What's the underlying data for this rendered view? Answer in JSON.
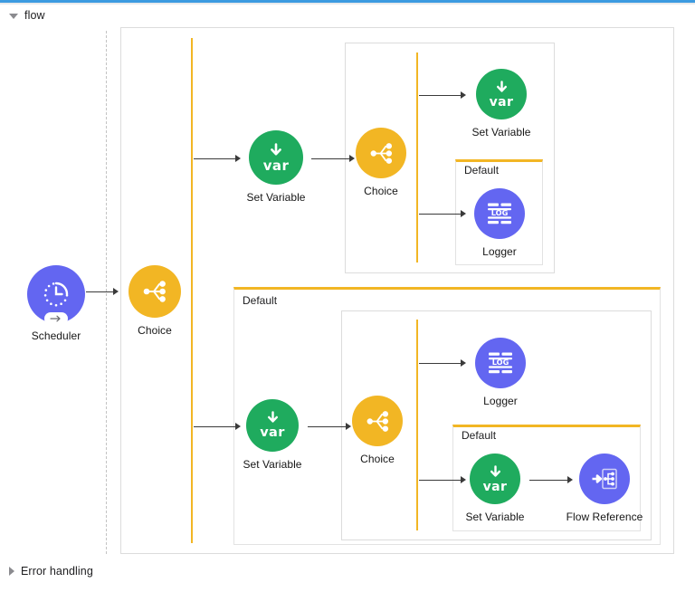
{
  "window": {
    "accent_color": "#3c9be0",
    "background": "#ffffff"
  },
  "sections": [
    {
      "id": "flow",
      "label": "flow",
      "expanded": true,
      "toggle_icon": "triangle-down-icon"
    },
    {
      "id": "error_handling",
      "label": "Error handling",
      "expanded": false,
      "toggle_icon": "triangle-right-icon"
    }
  ],
  "palette": {
    "green": "#1fab5e",
    "amber": "#f2b624",
    "purple": "#6366f1",
    "arrow": "#3a3a3a",
    "container_border": "#dcdcdc",
    "dashed_line": "#c3c3c3"
  },
  "scopes": [
    {
      "id": "scope_1",
      "label": "Default"
    },
    {
      "id": "scope_2",
      "label": "Default"
    },
    {
      "id": "scope_3",
      "label": "Default"
    }
  ],
  "nodes": [
    {
      "id": "n1",
      "label": "Scheduler",
      "icon": "clock-icon",
      "color": "purple"
    },
    {
      "id": "n2",
      "label": "Choice",
      "icon": "choice-branch-icon",
      "color": "amber"
    },
    {
      "id": "n3",
      "label": "Set Variable",
      "icon": "set-variable-icon",
      "color": "green",
      "icon_text": "var"
    },
    {
      "id": "n4",
      "label": "Choice",
      "icon": "choice-branch-icon",
      "color": "amber"
    },
    {
      "id": "n5",
      "label": "Set Variable",
      "icon": "set-variable-icon",
      "color": "green",
      "icon_text": "var"
    },
    {
      "id": "n6",
      "label": "Logger",
      "icon": "logger-icon",
      "color": "purple",
      "icon_text": "LOG"
    },
    {
      "id": "n7",
      "label": "Set Variable",
      "icon": "set-variable-icon",
      "color": "green",
      "icon_text": "var"
    },
    {
      "id": "n8",
      "label": "Choice",
      "icon": "choice-branch-icon",
      "color": "amber"
    },
    {
      "id": "n9",
      "label": "Logger",
      "icon": "logger-icon",
      "color": "purple",
      "icon_text": "LOG"
    },
    {
      "id": "n10",
      "label": "Set Variable",
      "icon": "set-variable-icon",
      "color": "green",
      "icon_text": "var"
    },
    {
      "id": "n11",
      "label": "Flow Reference",
      "icon": "flow-reference-icon",
      "color": "purple"
    }
  ]
}
